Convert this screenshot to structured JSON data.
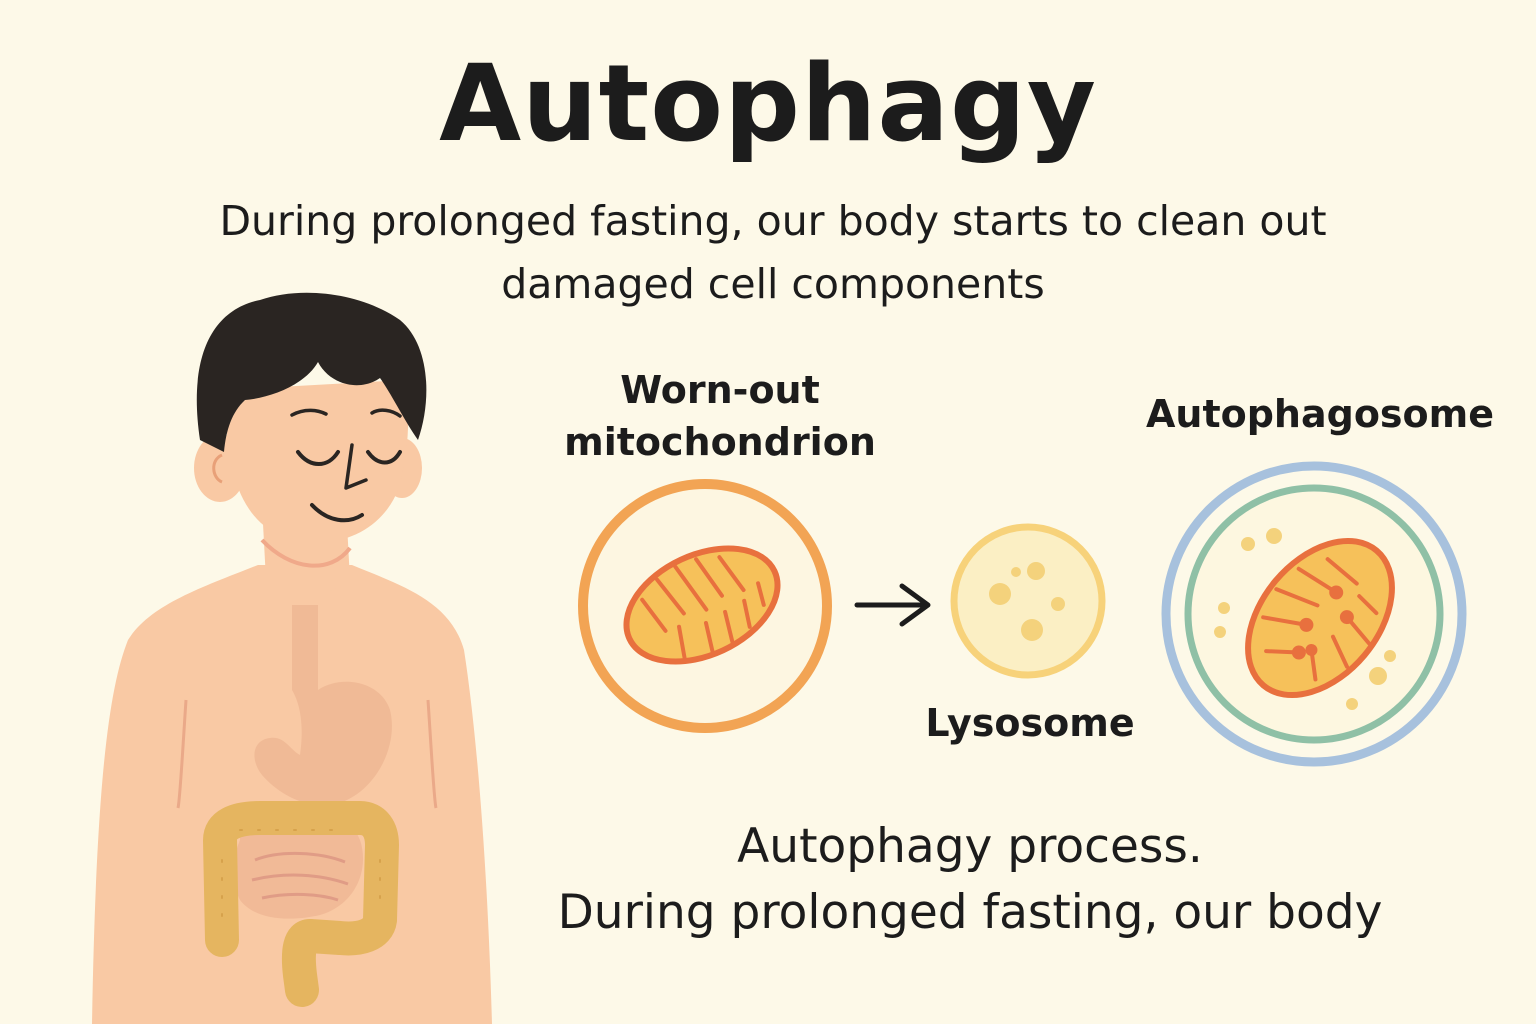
{
  "title": "Autophagy",
  "subtitle": "During prolonged fasting, our body starts to clean out damaged cell components",
  "labels": {
    "worn_out": "Worn-out mitochondrion",
    "lysosome": "Lysosome",
    "autophagosome": "Autophagosome"
  },
  "caption": {
    "line1": "Autophagy process.",
    "line2": "During prolonged fasting, our body"
  },
  "colors": {
    "background": "#fdf9e8",
    "skin": "#f9c9a4",
    "hair": "#2a2522",
    "mitochondrion_fill": "#f6c15a",
    "mitochondrion_stroke": "#e8703e",
    "worn_ring": "#f2a454",
    "lysosome_ring": "#f7d27a",
    "lysosome_fill": "#fbefc4",
    "autophagosome_outer": "#a7c1dd",
    "autophagosome_inner": "#8fc0a6",
    "intestine": "#e5b560"
  }
}
